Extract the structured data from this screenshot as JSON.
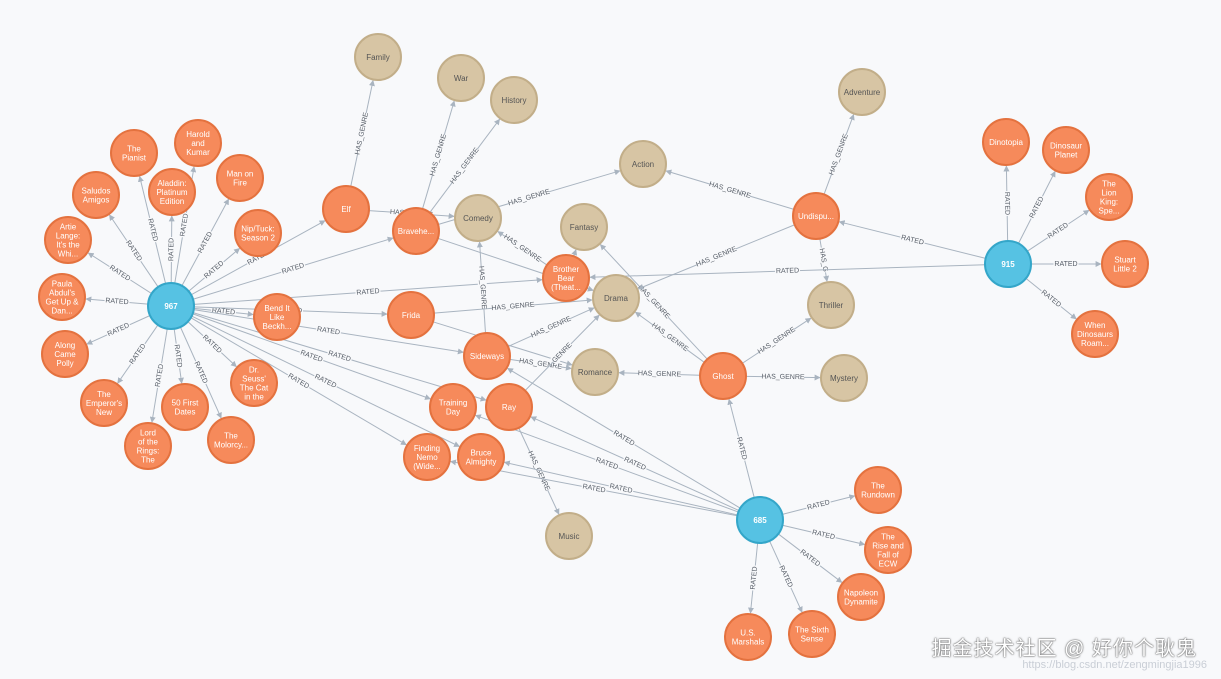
{
  "colors": {
    "user": "#56c2e3",
    "user_stroke": "#34a6c9",
    "movie": "#f68a5b",
    "movie_stroke": "#e4723f",
    "genre": "#d7c5a4",
    "genre_stroke": "#c2ae89"
  },
  "nodes": [
    {
      "id": "u967",
      "type": "user",
      "label": "967"
    },
    {
      "id": "u915",
      "type": "user",
      "label": "915"
    },
    {
      "id": "u685",
      "type": "user",
      "label": "685"
    },
    {
      "id": "g_family",
      "type": "genre",
      "label": "Family"
    },
    {
      "id": "g_war",
      "type": "genre",
      "label": "War"
    },
    {
      "id": "g_history",
      "type": "genre",
      "label": "History"
    },
    {
      "id": "g_action",
      "type": "genre",
      "label": "Action"
    },
    {
      "id": "g_adventure",
      "type": "genre",
      "label": "Adventure"
    },
    {
      "id": "g_comedy",
      "type": "genre",
      "label": "Comedy"
    },
    {
      "id": "g_fantasy",
      "type": "genre",
      "label": "Fantasy"
    },
    {
      "id": "g_drama",
      "type": "genre",
      "label": "Drama"
    },
    {
      "id": "g_romance",
      "type": "genre",
      "label": "Romance"
    },
    {
      "id": "g_thriller",
      "type": "genre",
      "label": "Thriller"
    },
    {
      "id": "g_mystery",
      "type": "genre",
      "label": "Mystery"
    },
    {
      "id": "g_music",
      "type": "genre",
      "label": "Music"
    },
    {
      "id": "m_pianist",
      "type": "movie",
      "label": [
        "The",
        "Pianist"
      ]
    },
    {
      "id": "m_harold",
      "type": "movie",
      "label": [
        "Harold",
        "and",
        "Kumar"
      ]
    },
    {
      "id": "m_aladdin",
      "type": "movie",
      "label": [
        "Aladdin:",
        "Platinum",
        "Edition"
      ]
    },
    {
      "id": "m_manonfire",
      "type": "movie",
      "label": [
        "Man on",
        "Fire"
      ]
    },
    {
      "id": "m_saludos",
      "type": "movie",
      "label": [
        "Saludos",
        "Amigos"
      ]
    },
    {
      "id": "m_artie",
      "type": "movie",
      "label": [
        "Artie",
        "Lange:",
        "It's the",
        "Whi..."
      ]
    },
    {
      "id": "m_niptuck",
      "type": "movie",
      "label": [
        "Nip/Tuck:",
        "Season 2"
      ]
    },
    {
      "id": "m_paula",
      "type": "movie",
      "label": [
        "Paula",
        "Abdul's",
        "Get Up &",
        "Dan..."
      ]
    },
    {
      "id": "m_along",
      "type": "movie",
      "label": [
        "Along",
        "Came",
        "Polly"
      ]
    },
    {
      "id": "m_emperor",
      "type": "movie",
      "label": [
        "The",
        "Emperor's",
        "New"
      ]
    },
    {
      "id": "m_lotr",
      "type": "movie",
      "label": [
        "Lord",
        "of the",
        "Rings:",
        "The"
      ]
    },
    {
      "id": "m_50first",
      "type": "movie",
      "label": [
        "50 First",
        "Dates"
      ]
    },
    {
      "id": "m_molorcy",
      "type": "movie",
      "label": [
        "The",
        "Molorcy..."
      ]
    },
    {
      "id": "m_drseuss",
      "type": "movie",
      "label": [
        "Dr.",
        "Seuss'",
        "The Cat",
        "in the"
      ]
    },
    {
      "id": "m_bendit",
      "type": "movie",
      "label": [
        "Bend It",
        "Like",
        "Beckh..."
      ]
    },
    {
      "id": "m_elf",
      "type": "movie",
      "label": [
        "Elf"
      ]
    },
    {
      "id": "m_braveheart",
      "type": "movie",
      "label": [
        "Bravehe..."
      ]
    },
    {
      "id": "m_frida",
      "type": "movie",
      "label": [
        "Frida"
      ]
    },
    {
      "id": "m_brotherbear",
      "type": "movie",
      "label": [
        "Brother",
        "Bear",
        "(Theat..."
      ]
    },
    {
      "id": "m_sideways",
      "type": "movie",
      "label": [
        "Sideways"
      ]
    },
    {
      "id": "m_trainingday",
      "type": "movie",
      "label": [
        "Training",
        "Day"
      ]
    },
    {
      "id": "m_ray",
      "type": "movie",
      "label": [
        "Ray"
      ]
    },
    {
      "id": "m_findingnemo",
      "type": "movie",
      "label": [
        "Finding",
        "Nemo",
        "(Wide..."
      ]
    },
    {
      "id": "m_bruce",
      "type": "movie",
      "label": [
        "Bruce",
        "Almighty"
      ]
    },
    {
      "id": "m_ghost",
      "type": "movie",
      "label": [
        "Ghost"
      ]
    },
    {
      "id": "m_undisputed",
      "type": "movie",
      "label": [
        "Undispu..."
      ]
    },
    {
      "id": "m_dinotopia",
      "type": "movie",
      "label": [
        "Dinotopia"
      ]
    },
    {
      "id": "m_dinoplanet",
      "type": "movie",
      "label": [
        "Dinosaur",
        "Planet"
      ]
    },
    {
      "id": "m_lionking",
      "type": "movie",
      "label": [
        "The",
        "Lion",
        "King:",
        "Spe..."
      ]
    },
    {
      "id": "m_stuart",
      "type": "movie",
      "label": [
        "Stuart",
        "Little 2"
      ]
    },
    {
      "id": "m_whendino",
      "type": "movie",
      "label": [
        "When",
        "Dinosaurs",
        "Roam..."
      ]
    },
    {
      "id": "m_rundown",
      "type": "movie",
      "label": [
        "The",
        "Rundown"
      ]
    },
    {
      "id": "m_risefall",
      "type": "movie",
      "label": [
        "The",
        "Rise and",
        "Fall of",
        "ECW"
      ]
    },
    {
      "id": "m_napoleon",
      "type": "movie",
      "label": [
        "Napoleon",
        "Dynamite"
      ]
    },
    {
      "id": "m_sixth",
      "type": "movie",
      "label": [
        "The Sixth",
        "Sense"
      ]
    },
    {
      "id": "m_usmarshals",
      "type": "movie",
      "label": [
        "U.S.",
        "Marshals"
      ]
    }
  ],
  "edges": [
    {
      "from": "u967",
      "to": "m_pianist",
      "label": "RATED"
    },
    {
      "from": "u967",
      "to": "m_harold",
      "label": "RATED"
    },
    {
      "from": "u967",
      "to": "m_aladdin",
      "label": "RATED"
    },
    {
      "from": "u967",
      "to": "m_manonfire",
      "label": "RATED"
    },
    {
      "from": "u967",
      "to": "m_saludos",
      "label": "RATED"
    },
    {
      "from": "u967",
      "to": "m_artie",
      "label": "RATED"
    },
    {
      "from": "u967",
      "to": "m_niptuck",
      "label": "RATED"
    },
    {
      "from": "u967",
      "to": "m_paula",
      "label": "RATED"
    },
    {
      "from": "u967",
      "to": "m_along",
      "label": "RATED"
    },
    {
      "from": "u967",
      "to": "m_emperor",
      "label": "RATED"
    },
    {
      "from": "u967",
      "to": "m_lotr",
      "label": "RATED"
    },
    {
      "from": "u967",
      "to": "m_50first",
      "label": "RATED"
    },
    {
      "from": "u967",
      "to": "m_molorcy",
      "label": "RATED"
    },
    {
      "from": "u967",
      "to": "m_drseuss",
      "label": "RATED"
    },
    {
      "from": "u967",
      "to": "m_bendit",
      "label": "RATED"
    },
    {
      "from": "u967",
      "to": "m_elf",
      "label": "RATED"
    },
    {
      "from": "u967",
      "to": "m_braveheart",
      "label": "RATED"
    },
    {
      "from": "u967",
      "to": "m_brotherbear",
      "label": "RATED"
    },
    {
      "from": "u967",
      "to": "m_frida",
      "label": "RATED"
    },
    {
      "from": "u967",
      "to": "m_sideways",
      "label": "RATED"
    },
    {
      "from": "u967",
      "to": "m_trainingday",
      "label": "RATED"
    },
    {
      "from": "u967",
      "to": "m_ray",
      "label": "RATED"
    },
    {
      "from": "u967",
      "to": "m_findingnemo",
      "label": "RATED"
    },
    {
      "from": "u967",
      "to": "m_bruce",
      "label": "RATED"
    },
    {
      "from": "m_elf",
      "to": "g_family",
      "label": "HAS_GENRE"
    },
    {
      "from": "m_elf",
      "to": "g_comedy",
      "label": "HAS_GENRE"
    },
    {
      "from": "m_braveheart",
      "to": "g_war",
      "label": "HAS_GENRE"
    },
    {
      "from": "m_braveheart",
      "to": "g_history",
      "label": "HAS_GENRE"
    },
    {
      "from": "m_braveheart",
      "to": "g_action",
      "label": "HAS_GENRE"
    },
    {
      "from": "m_braveheart",
      "to": "g_drama",
      "label": ""
    },
    {
      "from": "m_brotherbear",
      "to": "g_comedy",
      "label": "HAS_GENRE"
    },
    {
      "from": "m_brotherbear",
      "to": "g_fantasy",
      "label": ""
    },
    {
      "from": "m_frida",
      "to": "g_drama",
      "label": "HAS_GENRE"
    },
    {
      "from": "m_frida",
      "to": "g_romance",
      "label": ""
    },
    {
      "from": "m_sideways",
      "to": "g_comedy",
      "label": "HAS_GENRE"
    },
    {
      "from": "m_sideways",
      "to": "g_drama",
      "label": "HAS_GENRE"
    },
    {
      "from": "m_sideways",
      "to": "g_romance",
      "label": "HAS_GENRE"
    },
    {
      "from": "m_ray",
      "to": "g_drama",
      "label": "GENRE"
    },
    {
      "from": "m_ray",
      "to": "g_music",
      "label": "HAS_GENRE"
    },
    {
      "from": "m_ghost",
      "to": "g_drama",
      "label": "HAS_GENRE"
    },
    {
      "from": "m_ghost",
      "to": "g_romance",
      "label": "HAS_GENRE"
    },
    {
      "from": "m_ghost",
      "to": "g_thriller",
      "label": "HAS_GENRE"
    },
    {
      "from": "m_ghost",
      "to": "g_mystery",
      "label": "HAS_GENRE"
    },
    {
      "from": "m_ghost",
      "to": "g_fantasy",
      "label": "HAS_GENRE"
    },
    {
      "from": "m_undisputed",
      "to": "g_action",
      "label": "HAS_GENRE"
    },
    {
      "from": "m_undisputed",
      "to": "g_adventure",
      "label": "HAS_GENRE"
    },
    {
      "from": "m_undisputed",
      "to": "g_thriller",
      "label": "HAS_G"
    },
    {
      "from": "m_undisputed",
      "to": "g_drama",
      "label": "HAS_GENRE"
    },
    {
      "from": "u915",
      "to": "m_undisputed",
      "label": "RATED"
    },
    {
      "from": "u915",
      "to": "m_dinotopia",
      "label": "RATED"
    },
    {
      "from": "u915",
      "to": "m_dinoplanet",
      "label": "RATED"
    },
    {
      "from": "u915",
      "to": "m_lionking",
      "label": "RATED"
    },
    {
      "from": "u915",
      "to": "m_stuart",
      "label": "RATED"
    },
    {
      "from": "u915",
      "to": "m_whendino",
      "label": "RATED"
    },
    {
      "from": "u915",
      "to": "m_brotherbear",
      "label": "RATED"
    },
    {
      "from": "u685",
      "to": "m_ghost",
      "label": "RATED"
    },
    {
      "from": "u685",
      "to": "m_rundown",
      "label": "RATED"
    },
    {
      "from": "u685",
      "to": "m_risefall",
      "label": "RATED"
    },
    {
      "from": "u685",
      "to": "m_napoleon",
      "label": "RATED"
    },
    {
      "from": "u685",
      "to": "m_sixth",
      "label": "RATED"
    },
    {
      "from": "u685",
      "to": "m_usmarshals",
      "label": "RATED"
    },
    {
      "from": "u685",
      "to": "m_ray",
      "label": "RATED"
    },
    {
      "from": "u685",
      "to": "m_sideways",
      "label": "RATED"
    },
    {
      "from": "u685",
      "to": "m_trainingday",
      "label": "RATED"
    },
    {
      "from": "u685",
      "to": "m_bruce",
      "label": "RATED"
    },
    {
      "from": "u685",
      "to": "m_findingnemo",
      "label": "RATED"
    }
  ],
  "watermark": "掘金技术社区 @ 好你个耿鬼",
  "watermark_url": "https://blog.csdn.net/zengmingjia1996"
}
